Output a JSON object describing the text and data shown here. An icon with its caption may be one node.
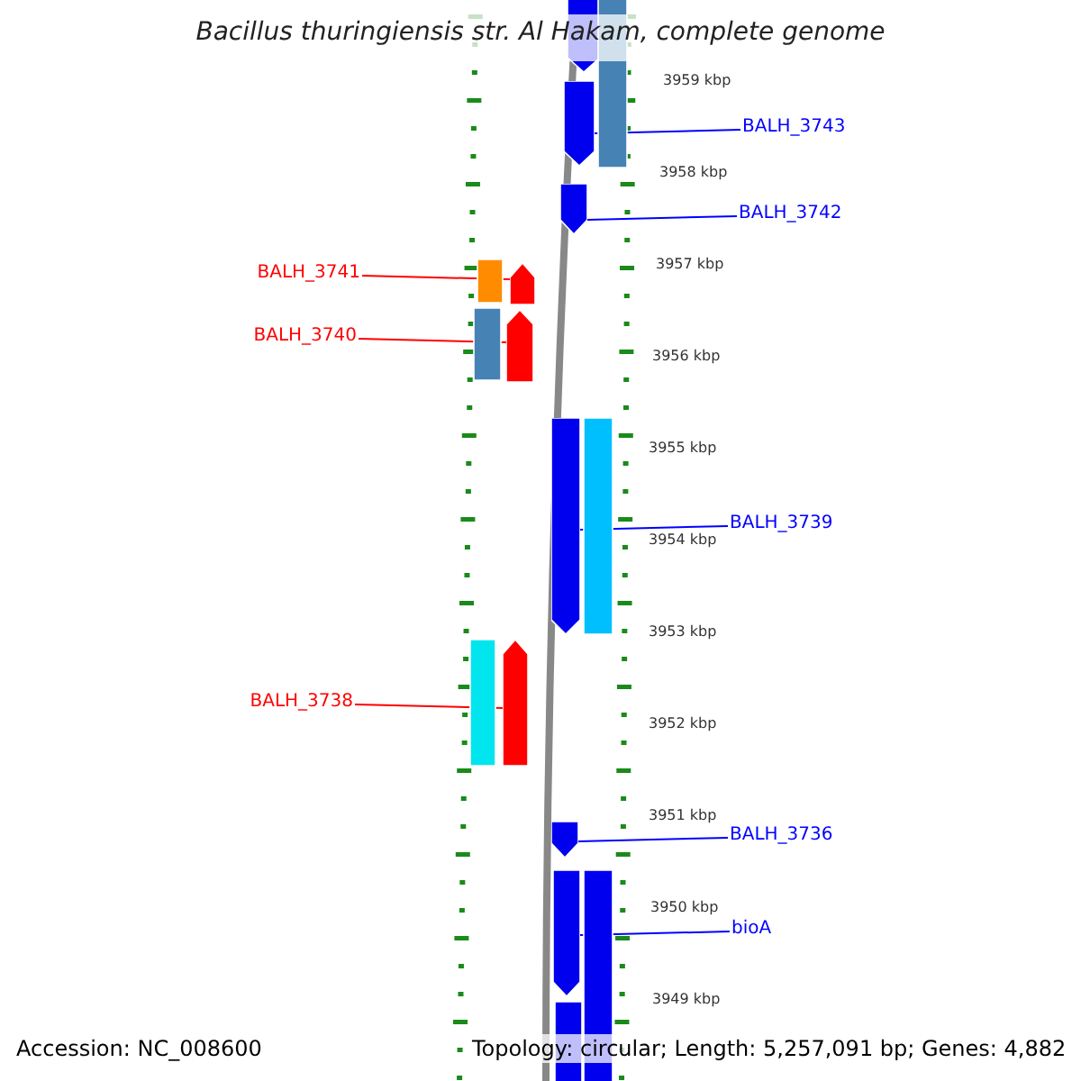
{
  "diagram": {
    "title": "Bacillus thuringiensis str. Al Hakam, complete genome",
    "nodes": [
      {
        "text": [
          "BALH_3743"
        ]
      },
      {
        "text": [
          "BALH_3742"
        ]
      },
      {
        "text": [
          "BALH_3741"
        ]
      },
      {
        "text": [
          "BALH_3740"
        ]
      },
      {
        "text": [
          "BALH_3739"
        ]
      },
      {
        "text": [
          "BALH_3738"
        ]
      },
      {
        "text": [
          "BALH_3736"
        ]
      },
      {
        "text": [
          "bioA"
        ]
      },
      {
        "text": [],
        "shape": "bar"
      },
      {
        "text": [],
        "shape": "bar"
      },
      {
        "text": [],
        "shape": "bar"
      },
      {
        "text": [],
        "shape": "bar"
      },
      {
        "text": [],
        "shape": "bar"
      },
      {
        "text": [],
        "shape": "bar"
      },
      {
        "text": [],
        "shape": "bar"
      },
      {
        "text": [],
        "shape": "bar"
      }
    ],
    "edges": [
      {
        "from": 0,
        "to": 8,
        "arrow": "none"
      },
      {
        "from": 1,
        "to": 9,
        "arrow": "none"
      },
      {
        "from": 2,
        "to": 10,
        "arrow": "none",
        "color": "#ff0000"
      },
      {
        "from": 3,
        "to": 11,
        "arrow": "none",
        "color": "#ff0000"
      },
      {
        "from": 4,
        "to": 12,
        "arrow": "none"
      },
      {
        "from": 5,
        "to": 13,
        "arrow": "none",
        "color": "#ff0000"
      },
      {
        "from": 6,
        "to": 14,
        "arrow": "none"
      },
      {
        "from": 7,
        "to": 15,
        "arrow": "none"
      }
    ],
    "labels": [
      "3959 kbp",
      "3958 kbp",
      "3957 kbp",
      "3956 kbp",
      "3955 kbp",
      "3954 kbp",
      "3953 kbp",
      "3952 kbp",
      "3951 kbp",
      "3950 kbp",
      "3949 kbp",
      "Accession: NC_008600",
      "Topology: circular; Length: 5,257,091 bp; Genes: 4,882"
    ]
  }
}
